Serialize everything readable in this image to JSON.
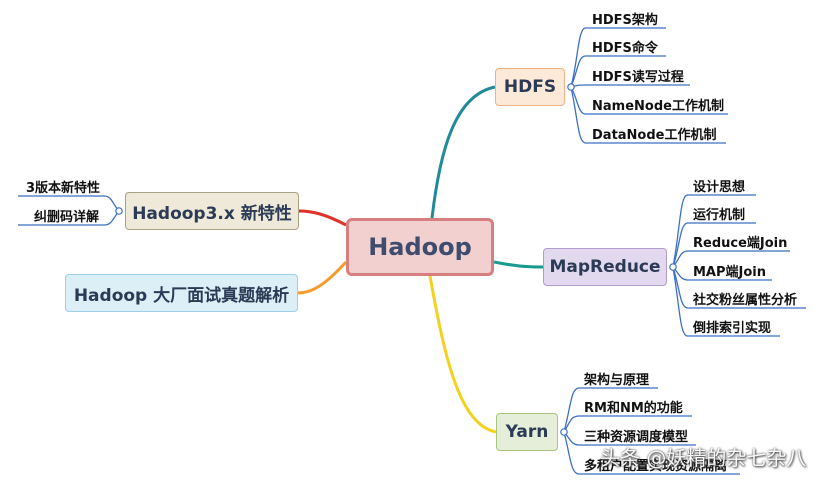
{
  "root": {
    "label": "Hadoop"
  },
  "branches": {
    "hdfs": {
      "label": "HDFS",
      "children": [
        "HDFS架构",
        "HDFS命令",
        "HDFS读写过程",
        "NameNode工作机制",
        "DataNode工作机制"
      ]
    },
    "mapreduce": {
      "label": "MapReduce",
      "children": [
        "设计思想",
        "运行机制",
        "Reduce端Join",
        "MAP端Join",
        "社交粉丝属性分析",
        "倒排索引实现"
      ]
    },
    "yarn": {
      "label": "Yarn",
      "children": [
        "架构与原理",
        "RM和NM的功能",
        "三种资源调度模型",
        "多租户配置实现资源隔离"
      ]
    },
    "hadoop3": {
      "label": "Hadoop3.x 新特性",
      "children": [
        "3版本新特性",
        "纠删码详解"
      ]
    },
    "interview": {
      "label": "Hadoop 大厂面试真题解析"
    }
  },
  "watermark": "头条 @妖精的杂七杂八",
  "colors": {
    "hdfs_line": "#1f8b9a",
    "mapreduce_line": "#1a9b8f",
    "yarn_line": "#f2d21e",
    "hadoop3_line": "#e0312b",
    "interview_line": "#f39c2c",
    "hdfs_leaf_line": "#3b6fc4",
    "mr_leaf_line": "#3b6fc4",
    "yarn_leaf_line": "#3b6fc4",
    "h3_leaf_line": "#3b6fc4"
  }
}
